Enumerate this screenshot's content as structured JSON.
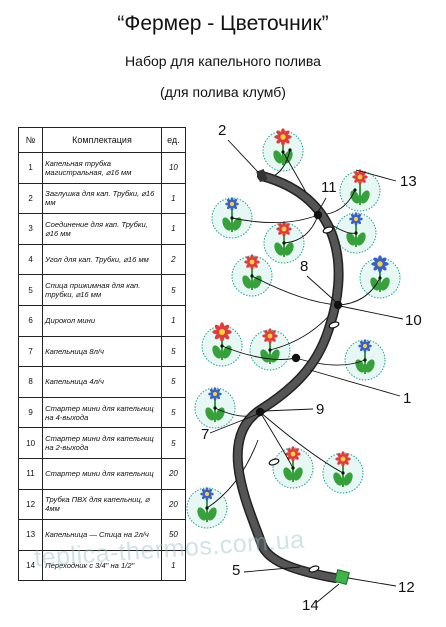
{
  "header": {
    "title": "“Фермер - Цветочник”",
    "subtitle": "Набор для капельного полива",
    "subtitle2": "(для полива клумб)"
  },
  "table": {
    "columns": [
      "№",
      "Комплектация",
      "ед."
    ],
    "rows": [
      {
        "n": "1",
        "name": "Капельная трубка магистральная, ⌀16 мм",
        "qty": "10"
      },
      {
        "n": "2",
        "name": "Заглушка для кап. Трубки, ⌀16 мм",
        "qty": "1"
      },
      {
        "n": "3",
        "name": "Соединение для кап. Трубки, ⌀16 мм",
        "qty": "1"
      },
      {
        "n": "4",
        "name": "Угол для кап. Трубки, ⌀16 мм",
        "qty": "2"
      },
      {
        "n": "5",
        "name": "Спица прижимная для кап. трубки, ⌀16 мм",
        "qty": "5"
      },
      {
        "n": "6",
        "name": "Дирокол мини",
        "qty": "1"
      },
      {
        "n": "7",
        "name": "Капельница 8л/ч",
        "qty": "5"
      },
      {
        "n": "8",
        "name": "Капельница 4л/ч",
        "qty": "5"
      },
      {
        "n": "9",
        "name": "Стартер мини для капельниц на 4-выхода",
        "qty": "5"
      },
      {
        "n": "10",
        "name": "Стартер мини для капельниц на 2-выхода",
        "qty": "5"
      },
      {
        "n": "11",
        "name": "Стартер мини для капельниц",
        "qty": "20"
      },
      {
        "n": "12",
        "name": "Трубка ПВХ для капельниц, ⌀ 4мм",
        "qty": "20"
      },
      {
        "n": "13",
        "name": "Капельница — Спица на 2л/ч",
        "qty": "50"
      },
      {
        "n": "14",
        "name": "Переходник с 3/4\" на 1/2\"",
        "qty": "1"
      }
    ]
  },
  "callouts": [
    "2",
    "13",
    "11",
    "8",
    "10",
    "1",
    "9",
    "7",
    "5",
    "12",
    "14"
  ],
  "watermark": "teplica-thermos.com.ua",
  "colors": {
    "pipe": "#555555",
    "pipe_outline": "#222222",
    "circle_fill": "#e6f7f4",
    "circle_stroke": "#1e9f90",
    "red_flower": "#e23b3b",
    "blue_flower": "#3a5fc6",
    "leaf": "#36a13a",
    "adapter": "#3fb44a"
  }
}
